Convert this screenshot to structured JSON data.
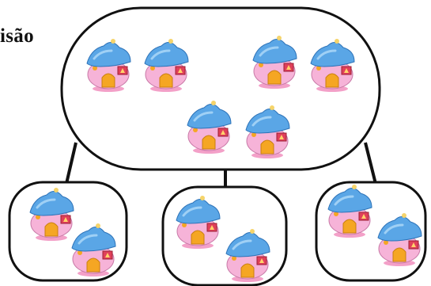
{
  "title": "isão",
  "diagram": {
    "top_group": {
      "item_count": 6,
      "item_icon": "mushroom-house-icon"
    },
    "sub_groups": [
      {
        "item_count": 2,
        "item_icon": "mushroom-house-icon"
      },
      {
        "item_count": 2,
        "item_icon": "mushroom-house-icon"
      },
      {
        "item_count": 2,
        "item_icon": "mushroom-house-icon"
      }
    ]
  },
  "colors": {
    "roof": "#5aa6e6",
    "roof_light": "#9fd0f5",
    "wall": "#f6b3d8",
    "door": "#f5a623",
    "window": "#e0405a",
    "shadow": "#f3a0c8",
    "outline": "#111111"
  }
}
